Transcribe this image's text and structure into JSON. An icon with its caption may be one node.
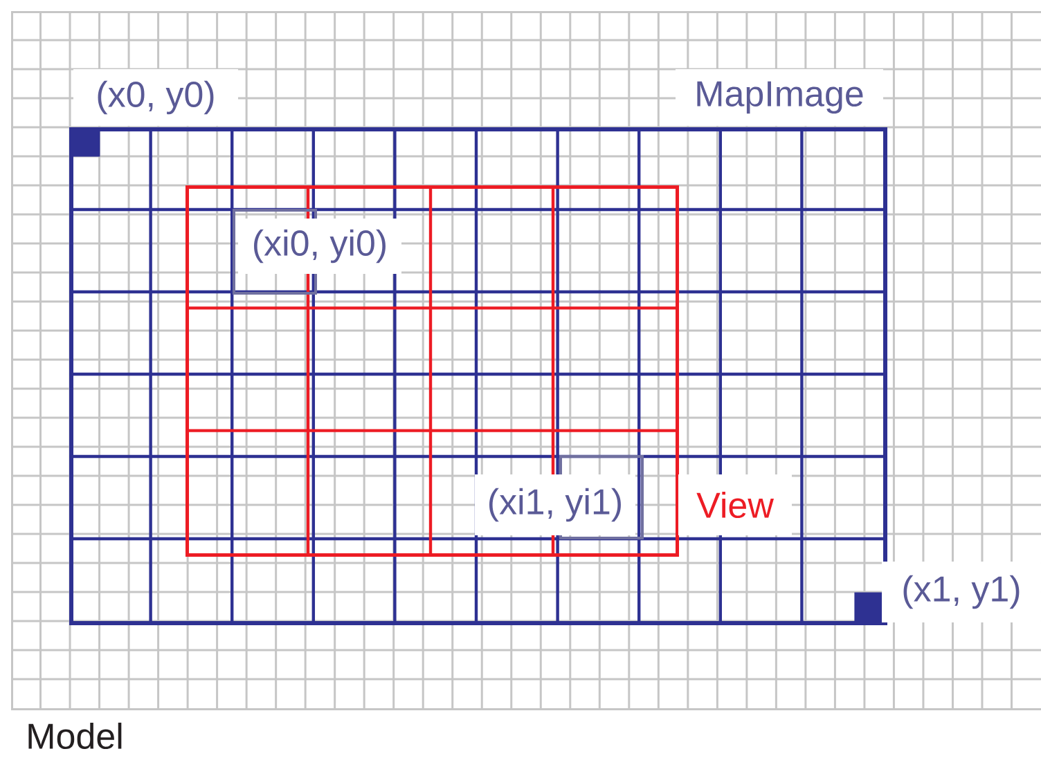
{
  "diagram": {
    "nodes": [
      {
        "text": [
          "Model"
        ]
      },
      {
        "text": [
          "MapImage"
        ],
        "in": 0
      },
      {
        "text": [],
        "shape": "box",
        "beside": [
          "(x0, y0)"
        ],
        "in": 1
      },
      {
        "text": [
          "View"
        ],
        "in": 1
      },
      {
        "text": [],
        "shape": "box",
        "beside": [
          "(xi0, yi0)"
        ],
        "in": 3
      },
      {
        "text": [],
        "shape": "box",
        "beside": [
          "(xi1, yi1)"
        ],
        "in": 3
      },
      {
        "text": [],
        "shape": "box",
        "beside": [
          "(x1, y1)"
        ],
        "in": 1
      }
    ]
  }
}
